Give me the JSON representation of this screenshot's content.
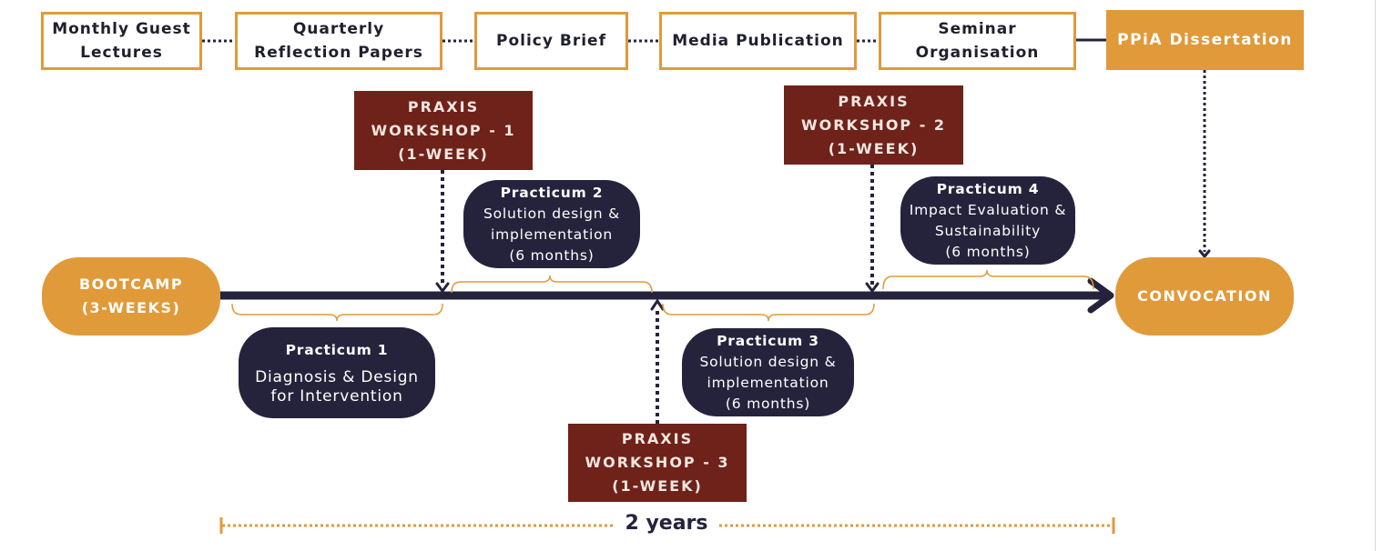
{
  "colors": {
    "accent_orange": "#e09a3a",
    "praxis_maroon": "#6e2219",
    "practicum_navy": "#25233c",
    "timeline": "#25233c"
  },
  "top_row": [
    {
      "line1": "Monthly Guest",
      "line2": "Lectures"
    },
    {
      "line1": "Quarterly",
      "line2": "Reflection Papers"
    },
    {
      "line1": "Policy Brief",
      "line2": ""
    },
    {
      "line1": "Media Publication",
      "line2": ""
    },
    {
      "line1": "Seminar",
      "line2": "Organisation"
    }
  ],
  "dissertation": "PPiA Dissertation",
  "bootcamp": {
    "line1": "BOOTCAMP",
    "line2": "(3-WEEKS)"
  },
  "convocation": "CONVOCATION",
  "praxis": [
    {
      "line1": "PRAXIS",
      "line2": "WORKSHOP - 1",
      "line3": "(1-WEEK)"
    },
    {
      "line1": "PRAXIS",
      "line2": "WORKSHOP - 2",
      "line3": "(1-WEEK)"
    },
    {
      "line1": "PRAXIS",
      "line2": "WORKSHOP - 3",
      "line3": "(1-WEEK)"
    }
  ],
  "practicum": [
    {
      "title": "Practicum 1",
      "line1": "Diagnosis & Design",
      "line2": "for Intervention",
      "line3": ""
    },
    {
      "title": "Practicum 2",
      "line1": "Solution design &",
      "line2": "implementation",
      "line3": "(6 months)"
    },
    {
      "title": "Practicum 3",
      "line1": "Solution design &",
      "line2": "implementation",
      "line3": "(6 months)"
    },
    {
      "title": "Practicum 4",
      "line1": "Impact Evaluation &",
      "line2": "Sustainability",
      "line3": "(6 months)"
    }
  ],
  "duration": "2 years"
}
